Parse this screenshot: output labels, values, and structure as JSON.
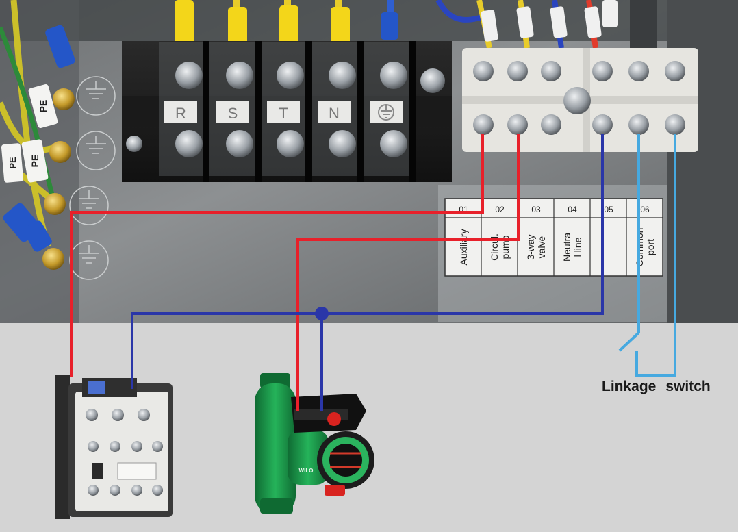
{
  "terminal_block_labels": [
    "R",
    "S",
    "T",
    "N"
  ],
  "wire_tags": [
    "PE",
    "PE",
    "PE"
  ],
  "port_table": {
    "numbers": [
      "01",
      "02",
      "03",
      "04",
      "05",
      "06"
    ],
    "functions": [
      [
        "Auxiliary"
      ],
      [
        "Circul.",
        "pump"
      ],
      [
        "3-way",
        "valve"
      ],
      [
        "Neutra",
        "l line"
      ],
      [],
      [
        "Common",
        "port"
      ]
    ]
  },
  "linkage_label": {
    "word1": "Linkage",
    "word2": "switch"
  },
  "pump_brand": "WILO",
  "colors": {
    "wire_red": "#e8202a",
    "wire_blue": "#2a36a8",
    "wire_cyan": "#46a9e0",
    "pump_green": "#1e9a4a",
    "background": "#d4d4d4"
  }
}
